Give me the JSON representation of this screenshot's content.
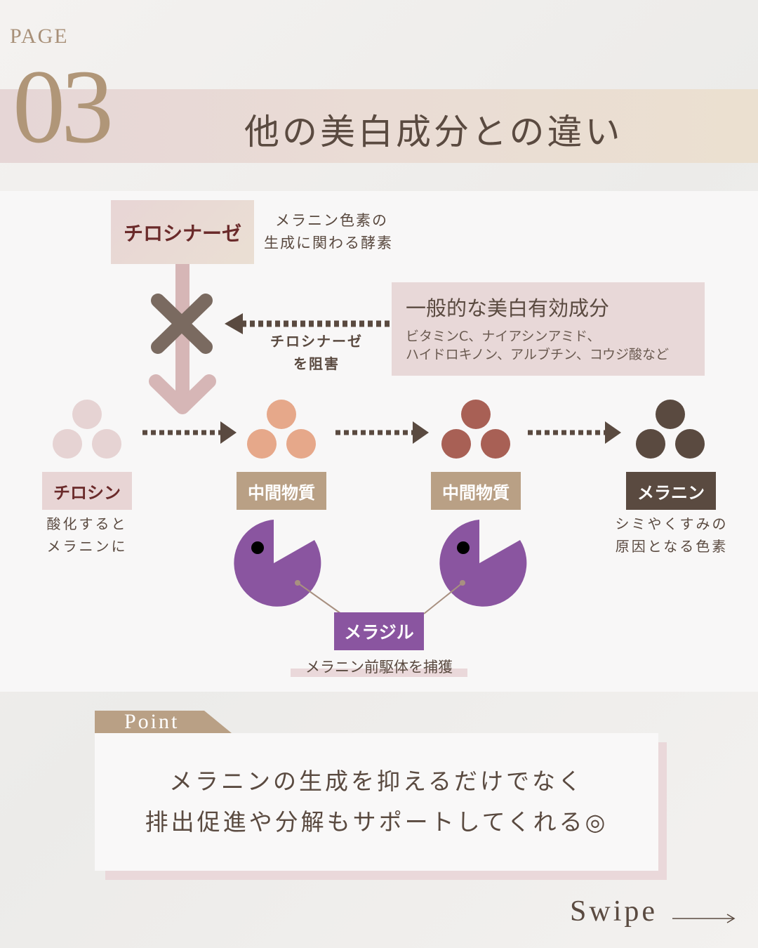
{
  "header": {
    "page_label": "PAGE",
    "page_number": "03",
    "title": "他の美白成分との違い"
  },
  "enzyme": {
    "name": "チロシナーゼ",
    "desc_line1": "メラニン色素の",
    "desc_line2": "生成に関わる酵素"
  },
  "inhibit": {
    "line1": "チロシナーゼ",
    "line2": "を阻害"
  },
  "general": {
    "title": "一般的な美白有効成分",
    "line1": "ビタミンC、ナイアシンアミド、",
    "line2": "ハイドロキノン、アルブチン、コウジ酸など"
  },
  "stages": [
    {
      "label": "チロシン",
      "sub1": "酸化すると",
      "sub2": "メラニンに",
      "color": "#e6d3d3"
    },
    {
      "label": "中間物質",
      "sub1": "",
      "sub2": "",
      "color": "#e6a88a"
    },
    {
      "label": "中間物質",
      "sub1": "",
      "sub2": "",
      "color": "#a86055"
    },
    {
      "label": "メラニン",
      "sub1": "シミやくすみの",
      "sub2": "原因となる色素",
      "color": "#5a4a40"
    }
  ],
  "melasil": {
    "label": "メラジル",
    "caption": "メラニン前駆体を捕獲",
    "color": "#8a55a0"
  },
  "point": {
    "tab": "Point",
    "line1": "メラニンの生成を抑えるだけでなく",
    "line2": "排出促進や分解もサポートしてくれる◎"
  },
  "footer": {
    "swipe": "Swipe"
  }
}
